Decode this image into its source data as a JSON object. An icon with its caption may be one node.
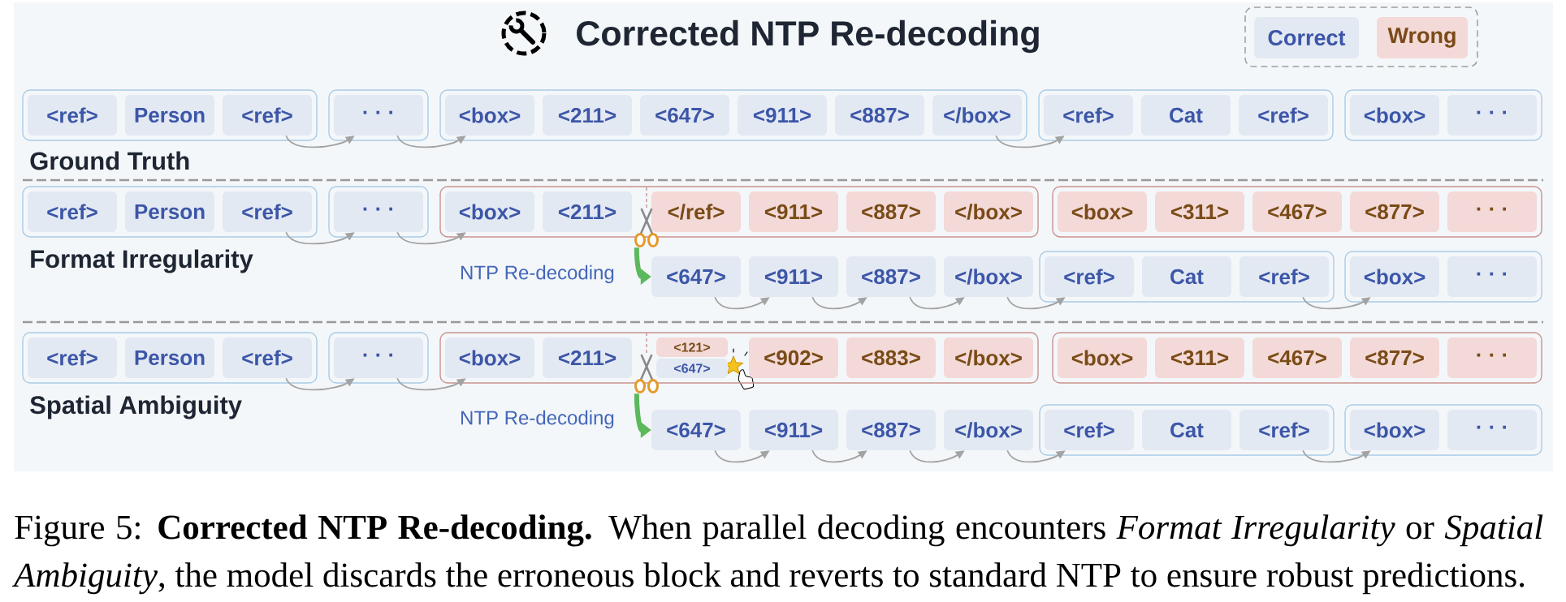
{
  "diagram": {
    "title": "Corrected NTP Re-decoding",
    "caption": "Figure 5: **Corrected NTP Re-decoding.** When parallel decoding encounters *Format Irregularity* or *Spatial Ambiguity*, the model discards the erroneous block and reverts to standard NTP to ensure robust predictions.",
    "nodes": [
      {
        "text": [],
        "shape": "box"
      },
      {
        "text": [
          "<ref>"
        ],
        "in": 0
      },
      {
        "text": [
          "Person"
        ],
        "in": 0
      },
      {
        "text": [
          "<ref>"
        ],
        "in": 0
      },
      {
        "text": [],
        "shape": "box"
      },
      {
        "text": [
          "· · ·"
        ],
        "in": 4
      },
      {
        "text": [],
        "shape": "box"
      },
      {
        "text": [
          "<box>"
        ],
        "in": 6
      },
      {
        "text": [
          "<211>"
        ],
        "in": 6
      },
      {
        "text": [
          "<647>"
        ],
        "in": 6
      },
      {
        "text": [
          "<911>"
        ],
        "in": 6
      },
      {
        "text": [
          "<887>"
        ],
        "in": 6
      },
      {
        "text": [
          "</box>"
        ],
        "in": 6
      },
      {
        "text": [],
        "shape": "box"
      },
      {
        "text": [
          "<ref>"
        ],
        "in": 13
      },
      {
        "text": [
          "Cat"
        ],
        "in": 13
      },
      {
        "text": [
          "<ref>"
        ],
        "in": 13
      },
      {
        "text": [],
        "shape": "box"
      },
      {
        "text": [
          "<box>"
        ],
        "in": 17
      },
      {
        "text": [
          "· · ·"
        ],
        "in": 17
      },
      {
        "text": [],
        "shape": "box"
      },
      {
        "text": [
          "<ref>"
        ],
        "in": 20
      },
      {
        "text": [
          "Person"
        ],
        "in": 20
      },
      {
        "text": [
          "<ref>"
        ],
        "in": 20
      },
      {
        "text": [],
        "shape": "box"
      },
      {
        "text": [
          "· · ·"
        ],
        "in": 24
      },
      {
        "text": [],
        "shape": "box"
      },
      {
        "text": [
          "<box>"
        ],
        "in": 26
      },
      {
        "text": [
          "<211>"
        ],
        "in": 26
      },
      {
        "text": [
          "</ref>"
        ],
        "in": 26
      },
      {
        "text": [
          "<911>"
        ],
        "in": 26
      },
      {
        "text": [
          "<887>"
        ],
        "in": 26
      },
      {
        "text": [
          "</box>"
        ],
        "in": 26
      },
      {
        "text": [],
        "shape": "box"
      },
      {
        "text": [
          "<box>"
        ],
        "in": 33
      },
      {
        "text": [
          "<311>"
        ],
        "in": 33
      },
      {
        "text": [
          "<467>"
        ],
        "in": 33
      },
      {
        "text": [
          "<877>"
        ],
        "in": 33
      },
      {
        "text": [
          "· · ·"
        ],
        "in": 33
      },
      {
        "text": [
          "<647>"
        ]
      },
      {
        "text": [
          "<911>"
        ]
      },
      {
        "text": [
          "<887>"
        ]
      },
      {
        "text": [
          "</box>"
        ]
      },
      {
        "text": [],
        "shape": "box"
      },
      {
        "text": [
          "<ref>"
        ],
        "in": 43
      },
      {
        "text": [
          "Cat"
        ],
        "in": 43
      },
      {
        "text": [
          "<ref>"
        ],
        "in": 43
      },
      {
        "text": [],
        "shape": "box"
      },
      {
        "text": [
          "<box>"
        ],
        "in": 47
      },
      {
        "text": [
          "· · ·"
        ],
        "in": 47
      },
      {
        "text": [],
        "shape": "box"
      },
      {
        "text": [
          "<ref>"
        ],
        "in": 50
      },
      {
        "text": [
          "Person"
        ],
        "in": 50
      },
      {
        "text": [
          "<ref>"
        ],
        "in": 50
      },
      {
        "text": [],
        "shape": "box"
      },
      {
        "text": [
          "· · ·"
        ],
        "in": 54
      },
      {
        "text": [],
        "shape": "box"
      },
      {
        "text": [
          "<box>"
        ],
        "in": 56
      },
      {
        "text": [
          "<211>"
        ],
        "in": 56
      },
      {
        "text": [
          "<121>"
        ],
        "in": 56
      },
      {
        "text": [
          "<647>"
        ],
        "in": 56
      },
      {
        "text": [
          "<902>"
        ],
        "in": 56
      },
      {
        "text": [
          "<883>"
        ],
        "in": 56
      },
      {
        "text": [
          "</box>"
        ],
        "in": 56
      },
      {
        "text": [],
        "shape": "box"
      },
      {
        "text": [
          "<box>"
        ],
        "in": 64
      },
      {
        "text": [
          "<311>"
        ],
        "in": 64
      },
      {
        "text": [
          "<467>"
        ],
        "in": 64
      },
      {
        "text": [
          "<877>"
        ],
        "in": 64
      },
      {
        "text": [
          "· · ·"
        ],
        "in": 64
      },
      {
        "text": [
          "<647>"
        ]
      },
      {
        "text": [
          "<911>"
        ]
      },
      {
        "text": [
          "<887>"
        ]
      },
      {
        "text": [
          "</box>"
        ]
      },
      {
        "text": [],
        "shape": "box"
      },
      {
        "text": [
          "<ref>"
        ],
        "in": 74
      },
      {
        "text": [
          "Cat"
        ],
        "in": 74
      },
      {
        "text": [
          "<ref>"
        ],
        "in": 74
      },
      {
        "text": [],
        "shape": "box"
      },
      {
        "text": [
          "<box>"
        ],
        "in": 78
      },
      {
        "text": [
          "· · ·"
        ],
        "in": 78
      },
      {
        "text": [],
        "shape": "picture"
      },
      {
        "text": [],
        "shape": "picture"
      }
    ],
    "edges": [
      {
        "from": 3,
        "to": 5,
        "arrow": "to"
      },
      {
        "from": 5,
        "to": 7,
        "arrow": "to"
      },
      {
        "from": 12,
        "to": 14,
        "arrow": "to"
      },
      {
        "from": 23,
        "to": 25,
        "arrow": "to"
      },
      {
        "from": 25,
        "to": 27,
        "arrow": "to"
      },
      {
        "from": 81,
        "to": 39,
        "arrow": "to",
        "style": "thick",
        "color": "#5cb85c"
      },
      {
        "from": 39,
        "to": 40,
        "arrow": "to"
      },
      {
        "from": 40,
        "to": 41,
        "arrow": "to"
      },
      {
        "from": 41,
        "to": 42,
        "arrow": "to"
      },
      {
        "from": 42,
        "to": 44,
        "arrow": "to"
      },
      {
        "from": 46,
        "to": 48,
        "arrow": "to"
      },
      {
        "from": 53,
        "to": 55,
        "arrow": "to"
      },
      {
        "from": 55,
        "to": 57,
        "arrow": "to"
      },
      {
        "from": 82,
        "to": 70,
        "arrow": "to",
        "style": "thick",
        "color": "#5cb85c"
      },
      {
        "from": 70,
        "to": 71,
        "arrow": "to"
      },
      {
        "from": 71,
        "to": 72,
        "arrow": "to"
      },
      {
        "from": 72,
        "to": 73,
        "arrow": "to"
      },
      {
        "from": 73,
        "to": 75,
        "arrow": "to"
      },
      {
        "from": 77,
        "to": 79,
        "arrow": "to"
      }
    ],
    "labels": [
      "Ground Truth",
      "Format Irregularity",
      "NTP Re-decoding",
      "Spatial Ambiguity",
      "NTP Re-decoding"
    ],
    "legend": [
      {
        "text": "Correct",
        "color": "#e3e9f3"
      },
      {
        "text": "Wrong",
        "color": "#f3d9d7"
      }
    ]
  }
}
